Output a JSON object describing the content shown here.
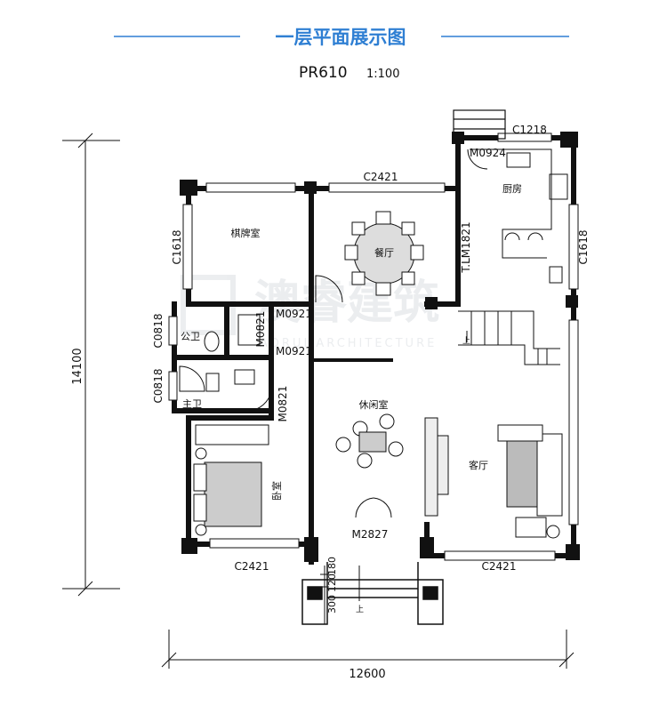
{
  "header": {
    "title": "一层平面展示图",
    "code": "PR610",
    "scale": "1:100",
    "accent_color": "#2f7fd3"
  },
  "dimensions": {
    "overall_height": "14100",
    "overall_width": "12600",
    "step_300": "300",
    "step_120": "120",
    "step_180": "180"
  },
  "rooms": {
    "chess_room": "棋牌室",
    "dining": "餐厅",
    "kitchen": "厨房",
    "public_wc": "公卫",
    "master_wc": "主卫",
    "lounge": "休闲室",
    "living": "客厅",
    "bedroom": "卧室"
  },
  "openings": {
    "c1218": "C1218",
    "m0924": "M0924",
    "c2421_top": "C2421",
    "c1618_left": "C1618",
    "c1618_right": "C1618",
    "tlm1821": "T.LM1821",
    "m0921_a": "M0921",
    "m0921_b": "M0921",
    "m0821_a": "M0821",
    "m0821_b": "M0821",
    "c0818_a": "C0818",
    "c0818_b": "C0818",
    "m2827": "M2827",
    "c2421_bl": "C2421",
    "c2421_br": "C2421"
  },
  "stair_marks": {
    "up_1": "上",
    "up_2": "上"
  },
  "watermark": {
    "brand": "澳睿建筑",
    "sub": "AORUI ARCHITECTURE"
  }
}
